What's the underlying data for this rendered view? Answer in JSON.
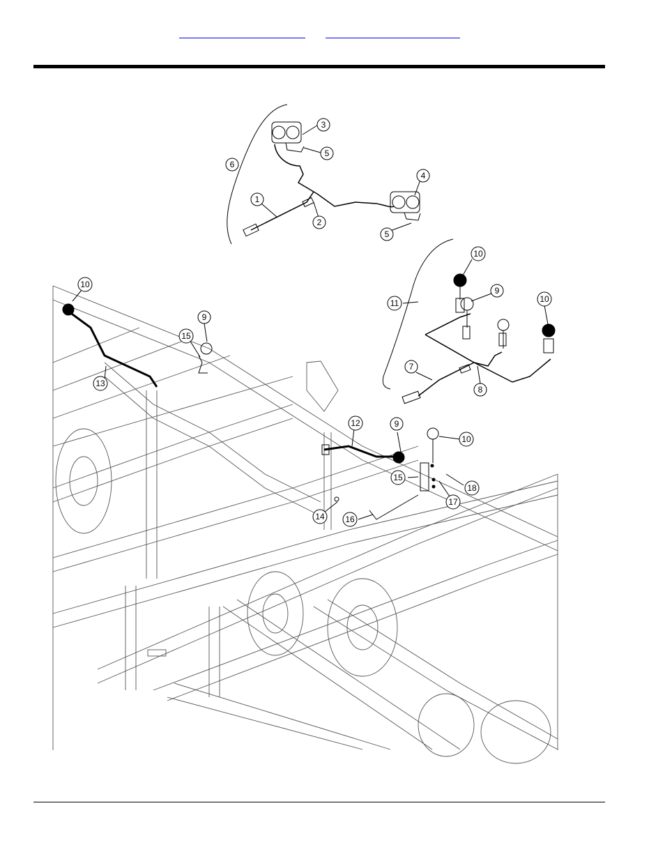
{
  "header": {
    "links": [
      {
        "label": ""
      },
      {
        "label": ""
      }
    ]
  },
  "diagram": {
    "callouts": [
      "1",
      "2",
      "3",
      "4",
      "5",
      "5",
      "6",
      "7",
      "8",
      "9",
      "9",
      "9",
      "10",
      "10",
      "10",
      "10",
      "11",
      "12",
      "13",
      "14",
      "15",
      "15",
      "16",
      "17",
      "18"
    ]
  }
}
